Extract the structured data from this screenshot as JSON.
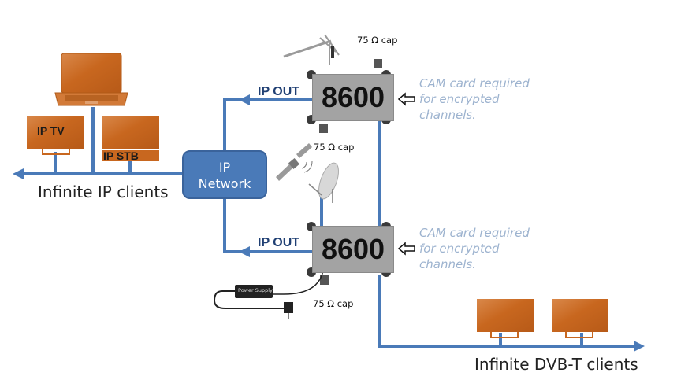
{
  "colors": {
    "line": "#4a7ab8",
    "orange": "#c8671f",
    "cam_text": "#9db3cf",
    "ip_out_text": "#1f3f73"
  },
  "ip_side": {
    "label": "Infinite IP clients",
    "clients": [
      {
        "type": "laptop",
        "icon": "laptop-icon",
        "text": ""
      },
      {
        "type": "tv",
        "icon": "tv-icon",
        "text": "IP TV"
      },
      {
        "type": "stb",
        "icon": "set-top-box-icon",
        "text": "IP STB"
      }
    ]
  },
  "network": {
    "line1": "IP",
    "line2": "Network"
  },
  "devices": [
    {
      "model": "8600",
      "input_icon": "terrestrial-antenna-icon",
      "ip_out_label": "IP OUT",
      "cap_label": "75 Ω cap",
      "cam_note": "CAM card required\nfor encrypted\nchannels."
    },
    {
      "model": "8600",
      "input_icon": "satellite-dish-icon",
      "ip_out_label": "IP OUT",
      "cap_label": "75 Ω cap",
      "cam_note": "CAM card required\nfor encrypted\nchannels.",
      "power_supply_label": "Power Supply"
    }
  ],
  "between_cap_label": "75 Ω cap",
  "dvbt_side": {
    "label": "Infinite DVB-T clients",
    "clients": [
      {
        "type": "tv",
        "icon": "tv-icon"
      },
      {
        "type": "tv",
        "icon": "tv-icon"
      }
    ]
  }
}
